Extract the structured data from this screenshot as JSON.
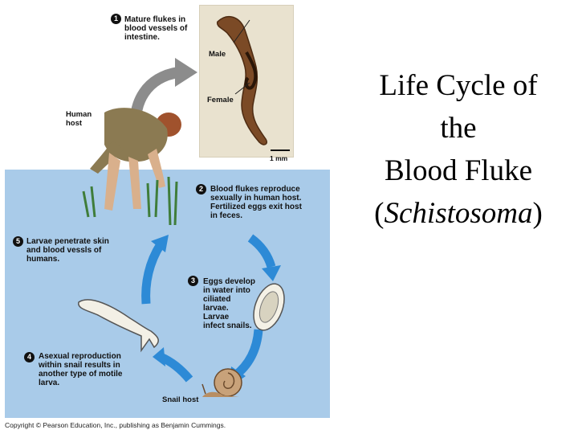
{
  "title": {
    "line1": "Life Cycle of",
    "line2": "the",
    "line3": "Blood Fluke",
    "line4_open": "(",
    "line4_italic": "Schistosoma",
    "line4_close": ")"
  },
  "steps": [
    {
      "num": "1",
      "lines": [
        "Mature flukes in",
        "blood vessels of",
        "intestine."
      ]
    },
    {
      "num": "2",
      "lines": [
        "Blood flukes reproduce",
        "sexually in human host.",
        "Fertilized eggs exit host",
        "in feces."
      ]
    },
    {
      "num": "3",
      "lines": [
        "Eggs develop",
        "in water into",
        "ciliated",
        "larvae.",
        "Larvae",
        "infect snails."
      ]
    },
    {
      "num": "4",
      "lines": [
        "Asexual reproduction",
        "within snail results in",
        "another type of motile",
        "larva."
      ]
    },
    {
      "num": "5",
      "lines": [
        "Larvae penetrate skin",
        "and blood vessls of",
        "humans."
      ]
    }
  ],
  "labels": {
    "male": "Male",
    "female": "Female",
    "scale": "1 mm",
    "human_host_1": "Human",
    "human_host_2": "host",
    "snail_host": "Snail host"
  },
  "copyright": "Copyright © Pearson Education, Inc., publishing as Benjamin Cummings.",
  "colors": {
    "water": "#a9cbe9",
    "cycle_arrow": "#2d8ad6",
    "gray_arrow": "#8c8c8c",
    "fluke": "#7b4a26"
  }
}
